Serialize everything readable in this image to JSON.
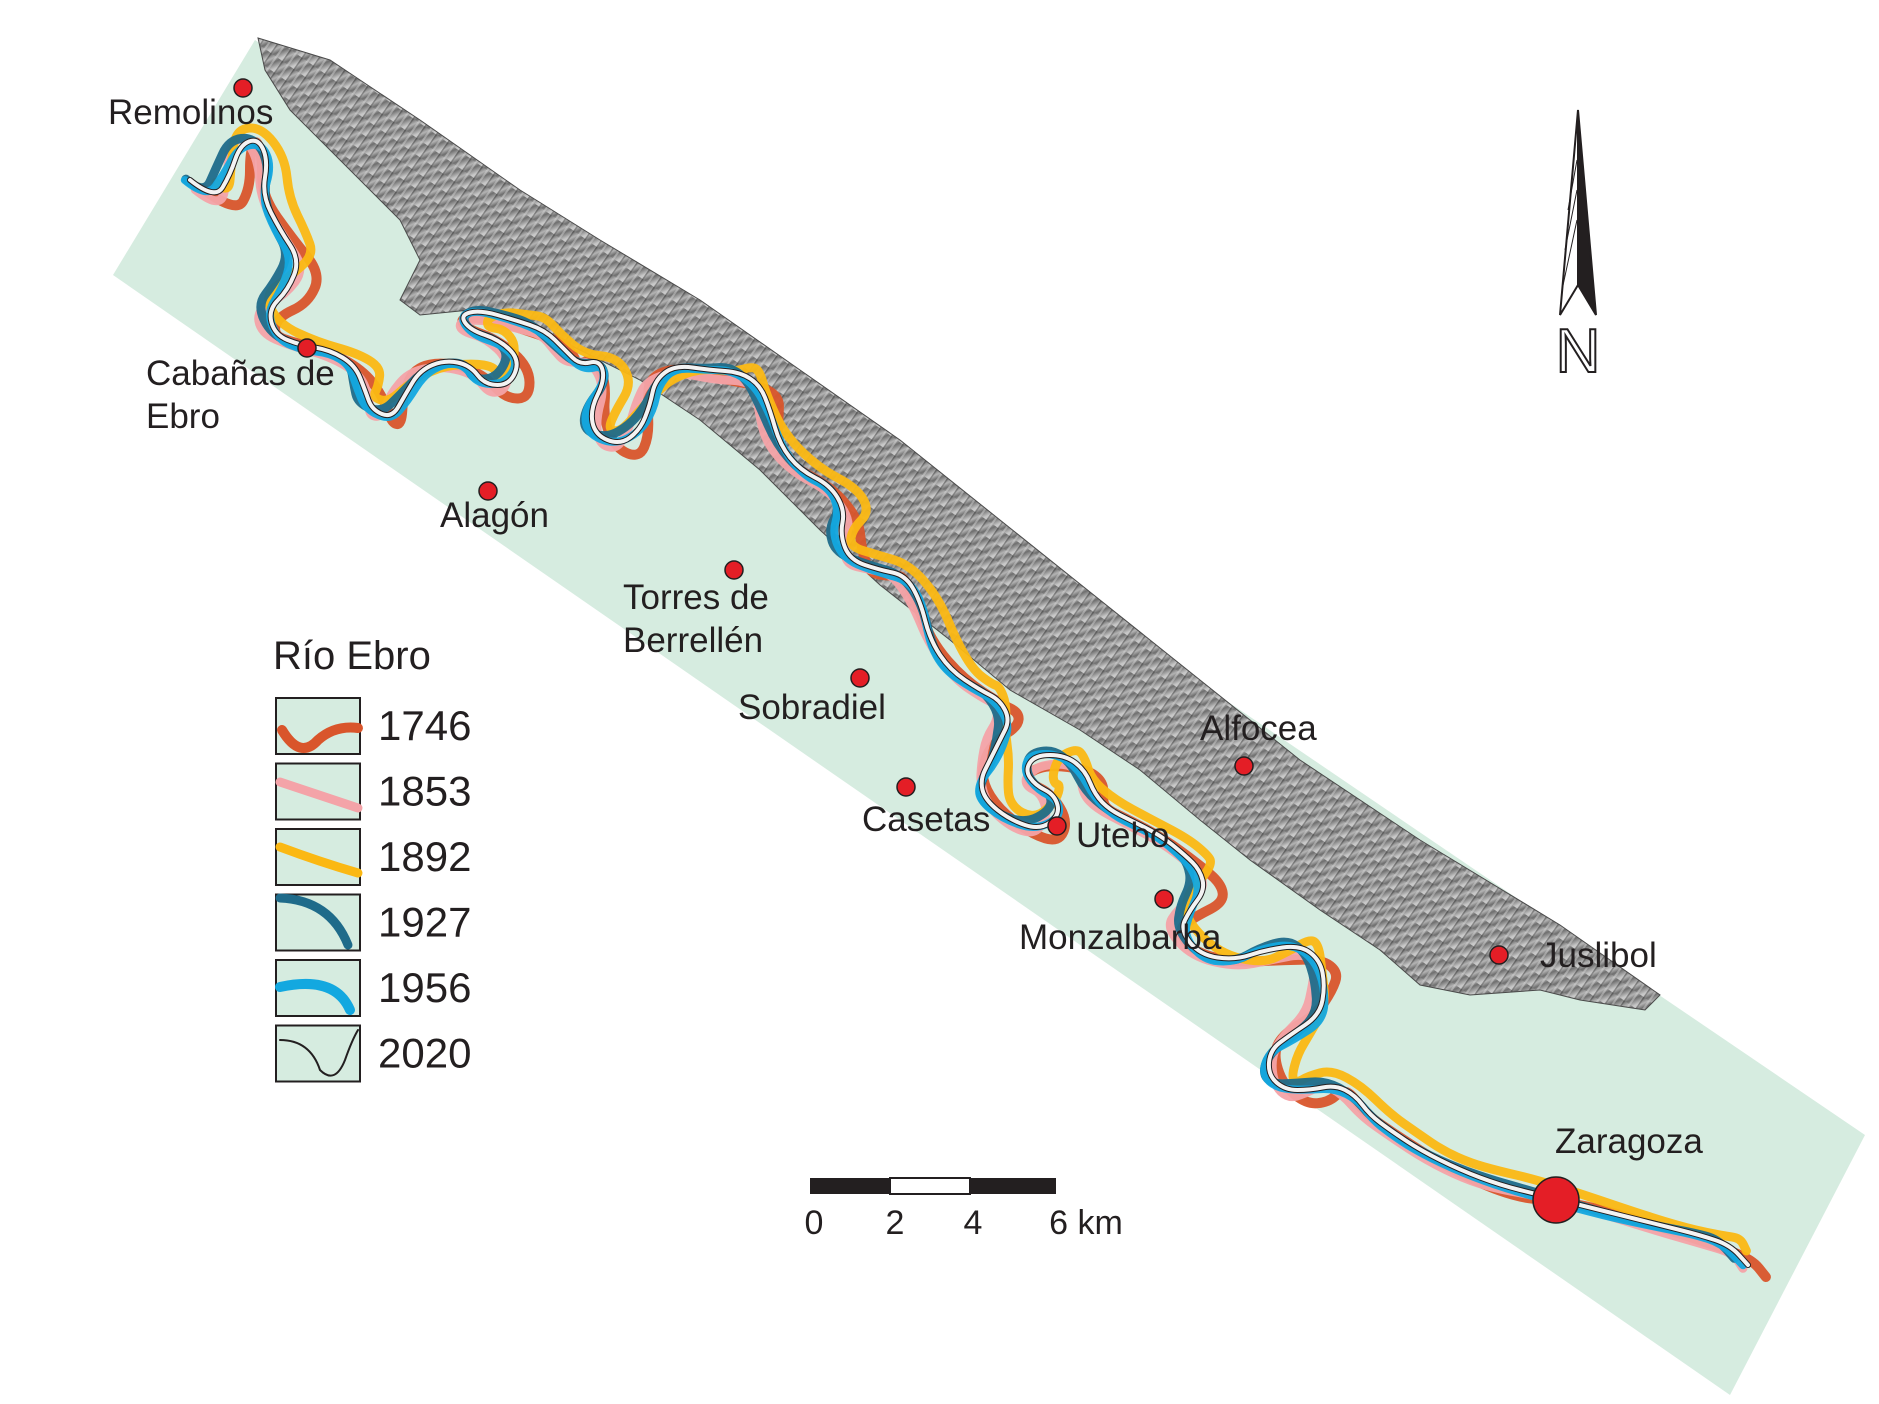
{
  "towns": [
    {
      "name": "Remolinos",
      "label_lines": [
        "Remolinos"
      ]
    },
    {
      "name": "Cabañas de Ebro",
      "label_lines": [
        "Cabañas de",
        "Ebro"
      ]
    },
    {
      "name": "Alagón",
      "label_lines": [
        "Alagón"
      ]
    },
    {
      "name": "Torres de Berrellén",
      "label_lines": [
        "Torres de",
        "Berrellén"
      ]
    },
    {
      "name": "Sobradiel",
      "label_lines": [
        "Sobradiel"
      ]
    },
    {
      "name": "Casetas",
      "label_lines": [
        "Casetas"
      ]
    },
    {
      "name": "Utebo",
      "label_lines": [
        "Utebo"
      ]
    },
    {
      "name": "Alfocea",
      "label_lines": [
        "Alfocea"
      ]
    },
    {
      "name": "Monzalbarba",
      "label_lines": [
        "Monzalbarba"
      ]
    },
    {
      "name": "Juslibol",
      "label_lines": [
        "Juslibol"
      ]
    },
    {
      "name": "Zaragoza",
      "label_lines": [
        "Zaragoza"
      ]
    }
  ],
  "legend": {
    "title": "Río Ebro",
    "items": [
      {
        "year": "1746",
        "color": "#d9552b"
      },
      {
        "year": "1853",
        "color": "#f4a3a8"
      },
      {
        "year": "1892",
        "color": "#fbb813"
      },
      {
        "year": "1927",
        "color": "#1f6b8a"
      },
      {
        "year": "1956",
        "color": "#13a8e0"
      },
      {
        "year": "2020",
        "color": "#ffffff"
      }
    ]
  },
  "scale_bar": {
    "ticks": [
      "0",
      "2",
      "4",
      "6 km"
    ]
  },
  "north_arrow": {
    "label": "N"
  },
  "colors": {
    "floodplain": "#d6ece0",
    "town_dot": "#e41e26",
    "relief": "#8a8a8a"
  }
}
